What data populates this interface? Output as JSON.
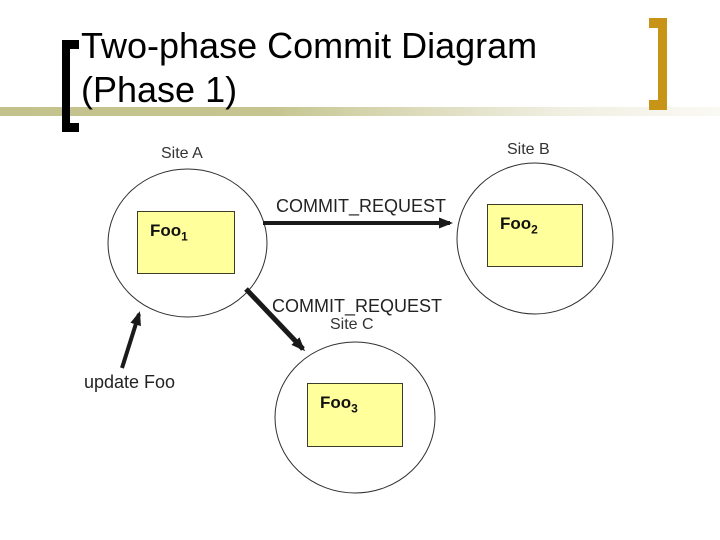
{
  "title": {
    "line1": "Two-phase Commit Diagram",
    "line2": "(Phase 1)"
  },
  "colors": {
    "accent_gold": "#C89417",
    "band_olive": "#C3C28C",
    "box_fill": "#FFFF9C",
    "box_border": "#3C3C28",
    "arrow_black": "#1A1A1A",
    "label_gray": "#333333"
  },
  "diagram": {
    "site_a": {
      "label": "Site A",
      "box_text": "Foo",
      "box_sub": "1"
    },
    "site_b": {
      "label": "Site B",
      "box_text": "Foo",
      "box_sub": "2"
    },
    "site_c": {
      "label": "Site C",
      "box_text": "Foo",
      "box_sub": "3"
    },
    "message_ab": "COMMIT_REQUEST",
    "message_ac": "COMMIT_REQUEST",
    "action_update": "update Foo"
  }
}
